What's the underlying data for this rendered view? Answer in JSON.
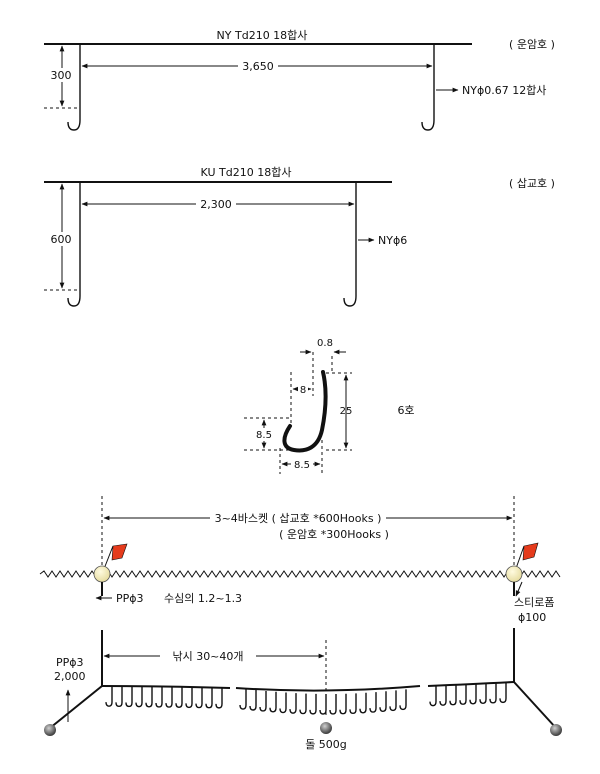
{
  "top_rig": {
    "line_label": "NY Td210 18합사",
    "ship_label": "( 운암호 )",
    "height_label": "300",
    "spacing_label": "3,650",
    "branch_label": "NYϕ0.67 12합사"
  },
  "mid_rig": {
    "line_label": "KU Td210 18합사",
    "ship_label": "( 삽교호 )",
    "height_label": "600",
    "spacing_label": "2,300",
    "branch_label": "NYϕ6"
  },
  "hook_detail": {
    "gap_label": "0.8",
    "inner_label": "8",
    "height_label": "25",
    "bend_height_label": "8.5",
    "bend_width_label": "8.5",
    "size_label": "6호"
  },
  "longline": {
    "span_label": "3~4바스켓 ( 삽교호 *600Hooks )",
    "span_label_2": "( 운암호 *300Hooks )",
    "buoyline_label": "PPϕ3",
    "depth_label": "수심의 1.2~1.3",
    "float_label": "스티로폼",
    "float_size_label": "ϕ100",
    "anchorline_label": "PPϕ3",
    "anchorline_len_label": "2,000",
    "hooks_label": "낚시 30~40개",
    "sinker_label": "돌 500g"
  }
}
